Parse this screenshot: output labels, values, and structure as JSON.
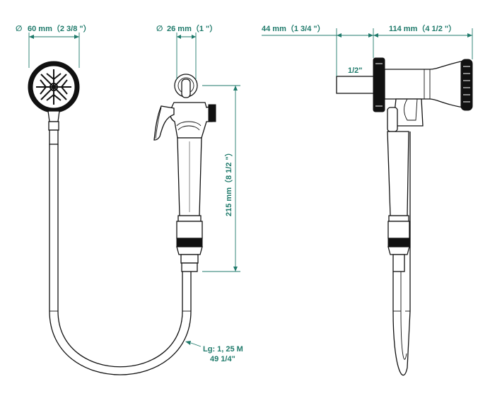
{
  "dimensions": {
    "head_diameter": "60 mm（2 3/8 \"）",
    "nozzle_diameter": "26 mm（1 \"）",
    "height": "215 mm（8 1/2 \"）",
    "thread_length": "44 mm（1 3/4 \"）",
    "valve_length": "114 mm（4 1/2 \"）",
    "thread_size": "1/2\"",
    "hose_length_metric": "Lg: 1, 25 M",
    "hose_length_imperial": "49 1/4\""
  },
  "symbols": {
    "diameter": "∅"
  },
  "colors": {
    "dimension": "#1f7a6b",
    "ink": "#111111"
  }
}
